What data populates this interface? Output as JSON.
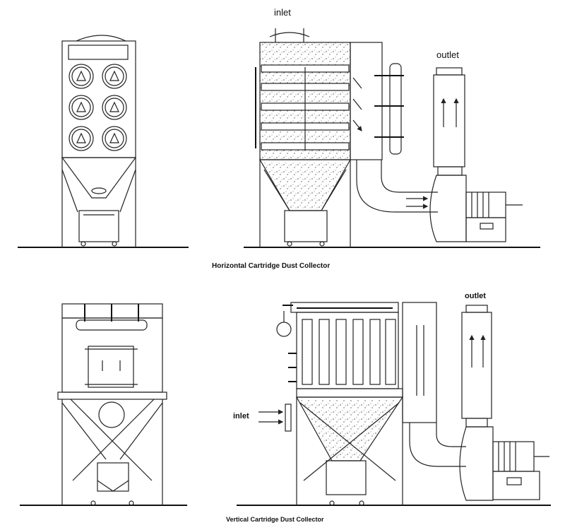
{
  "top": {
    "caption": "Horizontal Cartridge Dust Collector",
    "inlet_label": "inlet",
    "outlet_label": "outlet"
  },
  "bottom": {
    "caption": "Vertical Cartridge Dust Collector",
    "inlet_label": "inlet",
    "outlet_label": "outlet"
  },
  "colors": {
    "line": "#222222",
    "dust": "#555555",
    "background": "#ffffff"
  },
  "icons": {
    "cartridge_port": "circle-with-triangle-icon",
    "arrow": "flow-arrow-icon"
  }
}
